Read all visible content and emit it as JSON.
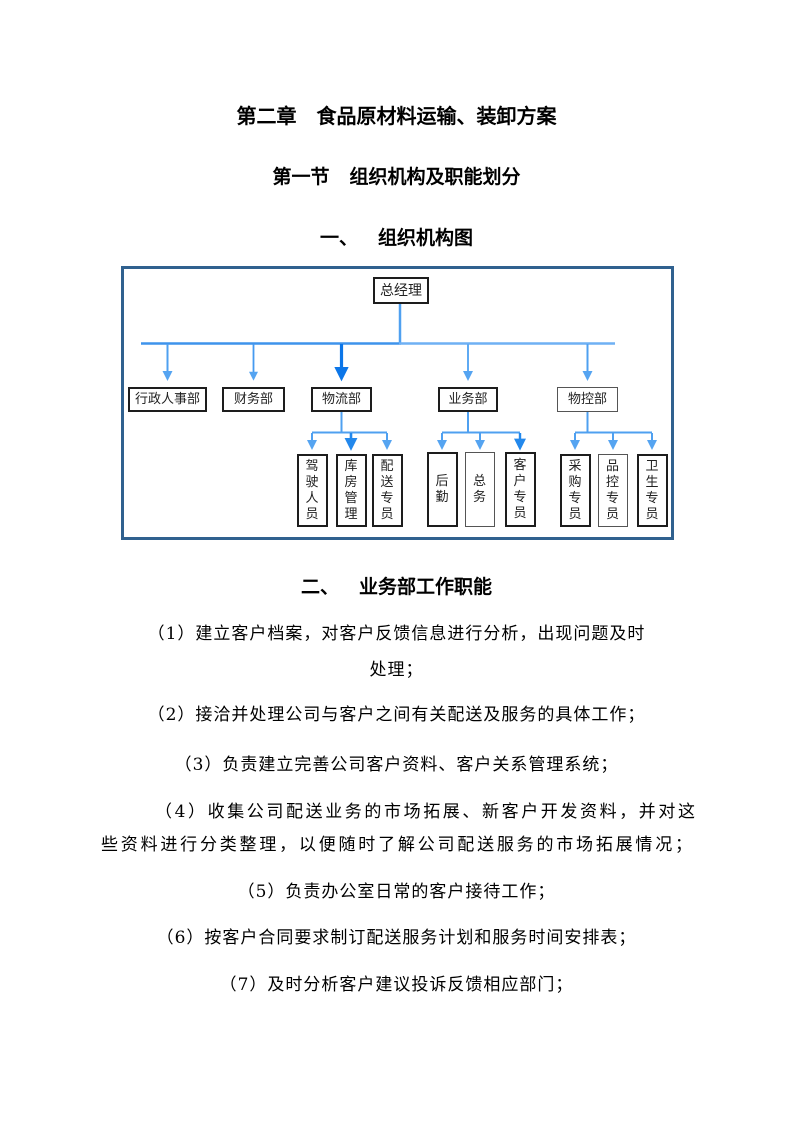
{
  "page": {
    "title_num": "第二章",
    "title_text": "食品原材料运输、装卸方案",
    "section_num": "第一节",
    "section_text": "组织机构及职能划分",
    "h1_num": "一、",
    "h1_text": "组织机构图",
    "h2_num": "二、",
    "h2_text": "业务部工作职能"
  },
  "org_chart": {
    "root": "总经理",
    "departments": [
      "行政人事部",
      "财务部",
      "物流部",
      "业务部",
      "物控部"
    ],
    "staff": {
      "logistics": [
        "驾驶人员",
        "库房管理",
        "配送专员"
      ],
      "business": [
        "后勤",
        "总务",
        "客户专员"
      ],
      "control": [
        "采购专员",
        "品控专员",
        "卫生专员"
      ]
    },
    "colors": {
      "frame": "#30618F",
      "connector_light": "#55A4F1",
      "connector_mid": "#3E93EC",
      "connector_strong": "#0C76E8"
    }
  },
  "functions": {
    "lines": [
      "（1）建立客户档案，对客户反馈信息进行分析，出现问题及时",
      "处理；",
      "（2）接洽并处理公司与客户之间有关配送及服务的具体工作；",
      "（3）负责建立完善公司客户资料、客户关系管理系统；",
      "（4）收集公司配送业务的市场拓展、新客户开发资料，并对这",
      "些资料进行分类整理，以便随时了解公司配送服务的市场拓展情况；",
      "（5）负责办公室日常的客户接待工作；",
      "（6）按客户合同要求制订配送服务计划和服务时间安排表；",
      "（7）及时分析客户建议投诉反馈相应部门；"
    ]
  }
}
